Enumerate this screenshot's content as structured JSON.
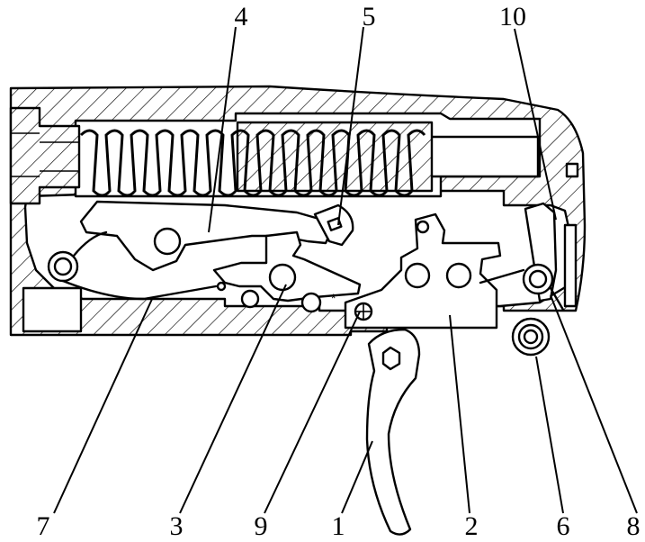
{
  "labels": {
    "l1": "1",
    "l2": "2",
    "l3": "3",
    "l4": "4",
    "l5": "5",
    "l6": "6",
    "l7": "7",
    "l8": "8",
    "l9": "9",
    "l10": "10"
  },
  "marks": {
    "asterisk": "*"
  }
}
